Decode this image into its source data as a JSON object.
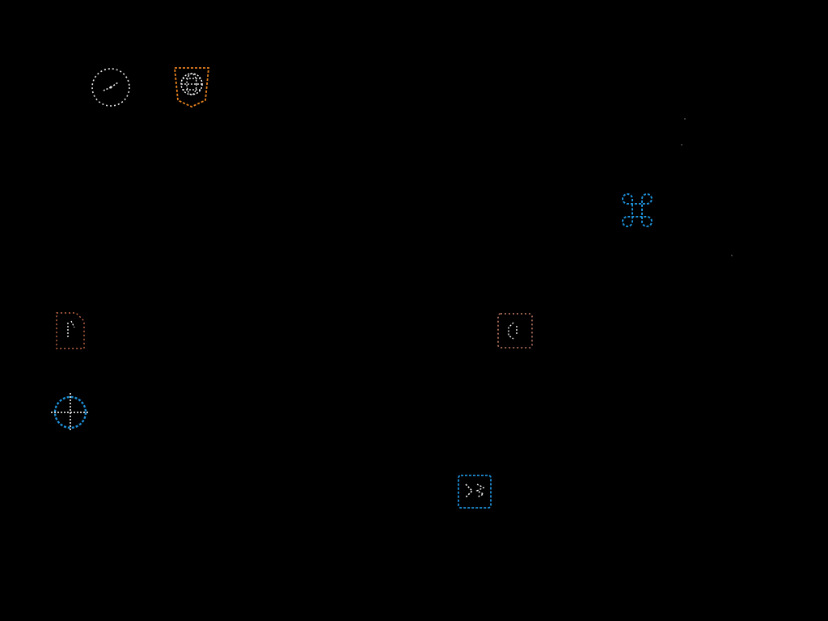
{
  "screen": {
    "background": "#000000"
  },
  "icons": [
    {
      "id": "clock",
      "name": "clock-icon",
      "color": "#e8e8e8"
    },
    {
      "id": "html5",
      "name": "html5-globe-icon",
      "color": "#e8821e"
    },
    {
      "id": "command",
      "name": "command-key-icon",
      "color": "#1e90d8"
    },
    {
      "id": "file",
      "name": "file-icon",
      "color": "#c86a4a"
    },
    {
      "id": "window",
      "name": "window-icon",
      "color": "#c8806a"
    },
    {
      "id": "crosshair",
      "name": "crosshair-icon",
      "color": "#1e90d8"
    },
    {
      "id": "terminal",
      "name": "terminal-icon",
      "color": "#1e90d8"
    }
  ]
}
